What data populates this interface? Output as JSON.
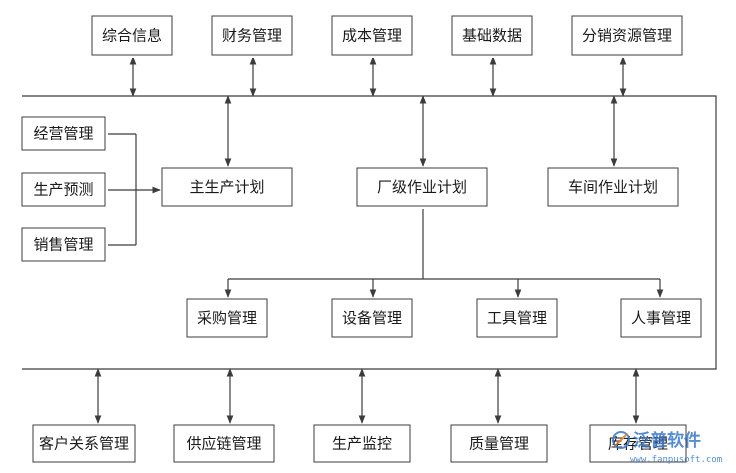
{
  "top_row": [
    "综合信息",
    "财务管理",
    "成本管理",
    "基础数据",
    "分销资源管理"
  ],
  "left_column": [
    "经营管理",
    "生产预测",
    "销售管理"
  ],
  "plans": [
    "主生产计划",
    "厂级作业计划",
    "车间作业计划"
  ],
  "departments": [
    "采购管理",
    "设备管理",
    "工具管理",
    "人事管理"
  ],
  "bottom_row": [
    "客户关系管理",
    "供应链管理",
    "生产监控",
    "质量管理",
    "库存管理"
  ],
  "watermark": {
    "name": "泛普软件",
    "url": "www.fanpusoft.com"
  },
  "colors": {
    "line": "#3c3c3c",
    "box_border": "#3c3c3c",
    "shadow": "#c9c9c9",
    "watermark": "#3a78c8"
  }
}
